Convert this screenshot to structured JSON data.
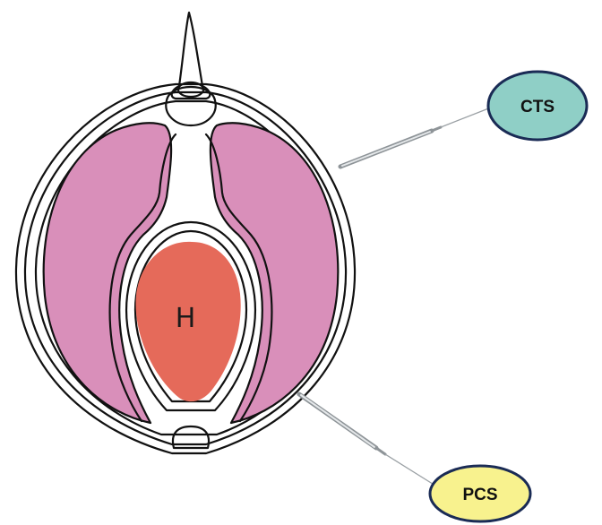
{
  "diagram": {
    "heart_label": "H",
    "callouts": [
      {
        "id": "cts",
        "label": "CTS",
        "fill": "#8fcfc6"
      },
      {
        "id": "pcs",
        "label": "PCS",
        "fill": "#f8f28e"
      }
    ],
    "colors": {
      "lung": "#d98fba",
      "heart": "#e56a5a",
      "outline": "#111111",
      "bubble_border": "#1a2b55",
      "needle": "#a9aeb2"
    }
  }
}
